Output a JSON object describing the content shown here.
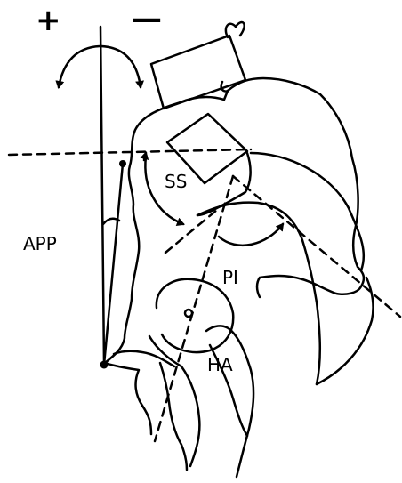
{
  "labels": {
    "plus": "+",
    "minus": "—",
    "ss": "SS",
    "app": "APP",
    "pi": "PI",
    "ha": "HA"
  },
  "colors": {
    "ink": "#000000",
    "paper": "#ffffff"
  }
}
